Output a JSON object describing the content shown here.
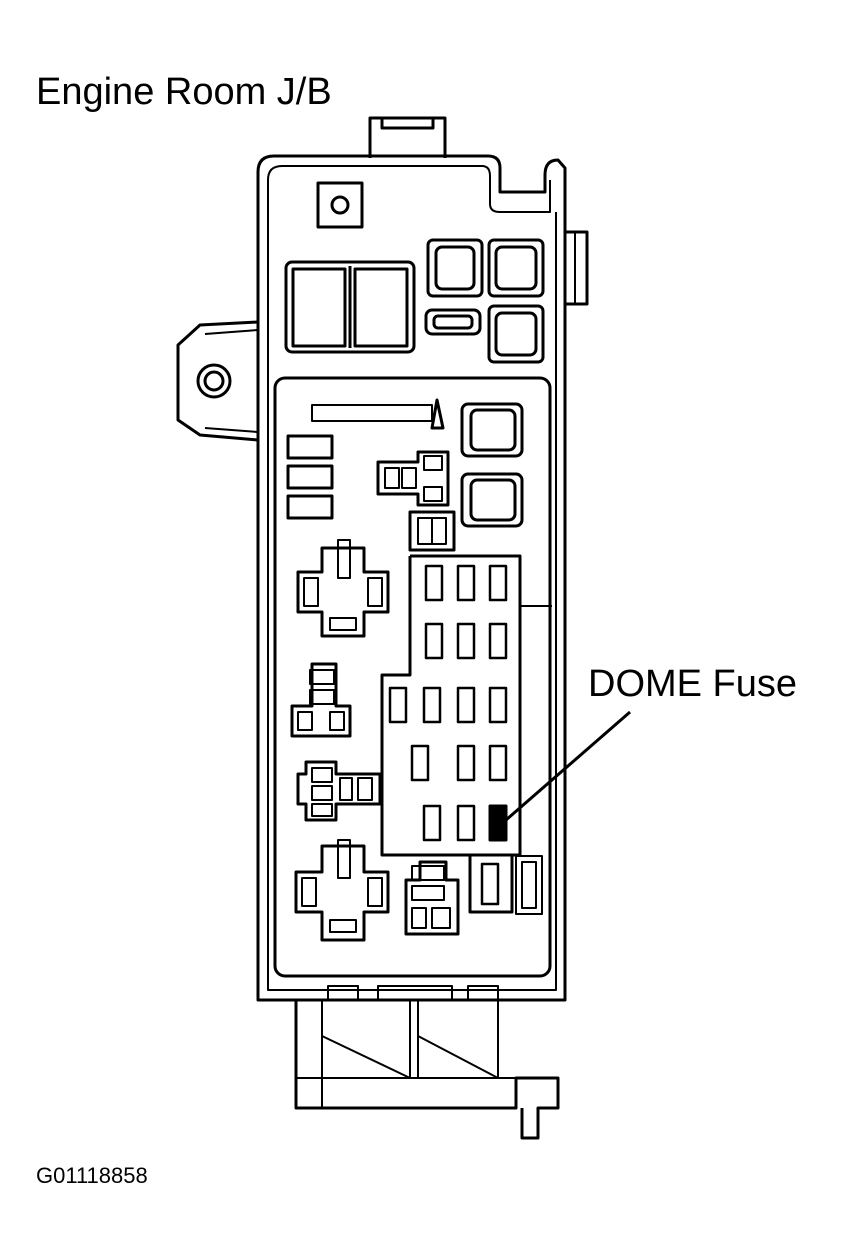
{
  "title": "Engine Room J/B",
  "callout": {
    "label": "DOME Fuse"
  },
  "figure_id": "G01118858",
  "colors": {
    "ink": "#000000",
    "paper": "#ffffff",
    "highlight": "#000000"
  }
}
